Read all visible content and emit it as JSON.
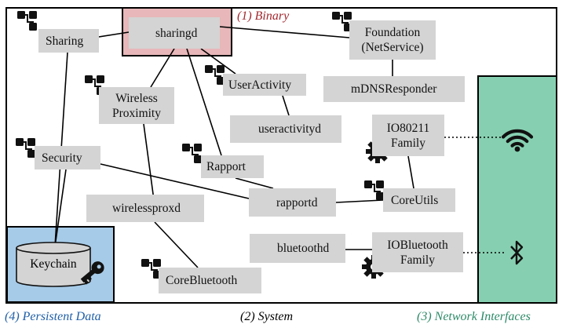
{
  "regions": {
    "binary": {
      "label": "(1) Binary",
      "color": "#a3282f",
      "fill": "#e8b7b9"
    },
    "system": {
      "label": "(2) System",
      "color": "#000000"
    },
    "persistent": {
      "label": "(4) Persistent Data",
      "color": "#1f5fa8",
      "fill": "#a6cbe8"
    },
    "network": {
      "label": "(3) Network Interfaces",
      "color": "#2c8a68",
      "fill": "#86d0b1"
    }
  },
  "nodes": {
    "sharing": {
      "label": "Sharing",
      "kind": "framework"
    },
    "sharingd": {
      "label": "sharingd",
      "kind": "daemon"
    },
    "foundation": {
      "label": "Foundation\n(NetService)",
      "kind": "framework"
    },
    "useractivity": {
      "label": "UserActivity",
      "kind": "framework"
    },
    "mdnsresponder": {
      "label": "mDNSResponder",
      "kind": "daemon"
    },
    "wirelessproximity": {
      "label": "Wireless\nProximity",
      "kind": "framework"
    },
    "useractivityd": {
      "label": "useractivityd",
      "kind": "daemon"
    },
    "io80211": {
      "label": "IO80211\nFamily",
      "kind": "kext"
    },
    "security": {
      "label": "Security",
      "kind": "framework"
    },
    "rapport": {
      "label": "Rapport",
      "kind": "framework"
    },
    "rapportd": {
      "label": "rapportd",
      "kind": "daemon"
    },
    "coreutils": {
      "label": "CoreUtils",
      "kind": "framework"
    },
    "wirelessproxd": {
      "label": "wirelessproxd",
      "kind": "daemon"
    },
    "bluetoothd": {
      "label": "bluetoothd",
      "kind": "daemon"
    },
    "iobluetooth": {
      "label": "IOBluetooth\nFamily",
      "kind": "kext"
    },
    "corebluetooth": {
      "label": "CoreBluetooth",
      "kind": "framework"
    },
    "keychain": {
      "label": "Keychain",
      "kind": "database"
    }
  },
  "interfaces": {
    "wifi": {
      "icon": "wifi-icon"
    },
    "bluetooth": {
      "icon": "bluetooth-icon"
    }
  }
}
